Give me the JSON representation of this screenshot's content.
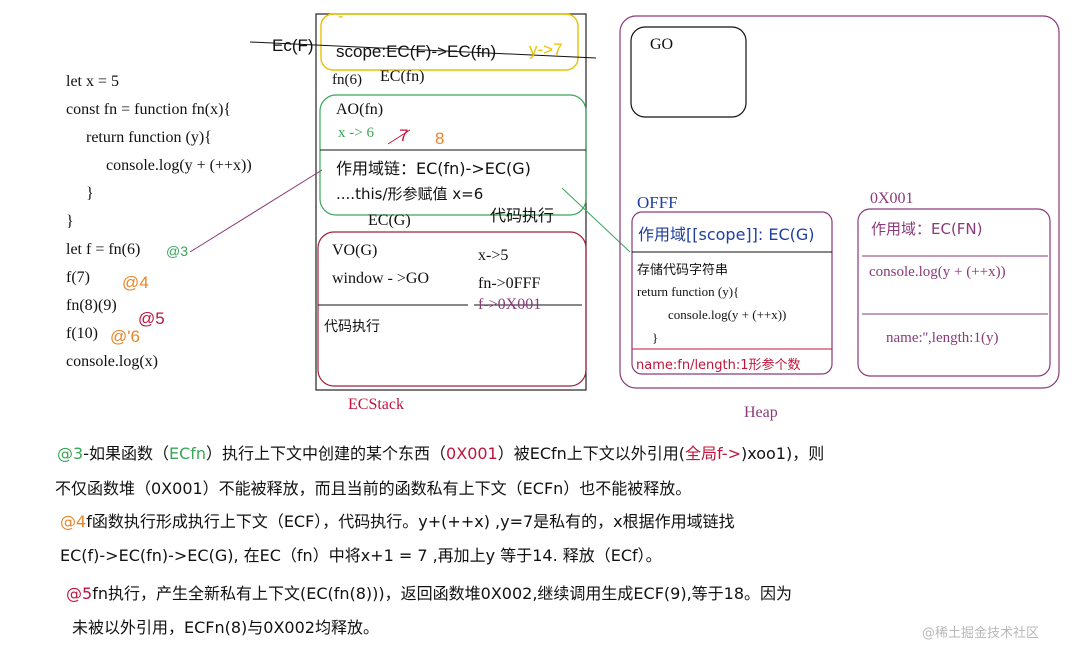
{
  "colors": {
    "green": "#3aa65a",
    "orange": "#e8862a",
    "yellow": "#e8c200",
    "purple": "#8a3a7a",
    "red": "#c0143c",
    "navy": "#1f3fa0"
  },
  "code": {
    "lines": [
      "let x = 5",
      "const fn = function fn(x){",
      "  return function (y){",
      "    console.log(y + (++x))",
      "  }",
      "}",
      "let f = fn(6)",
      "f(7)",
      "fn(8)(9)",
      "f(10)",
      "console.log(x)"
    ],
    "marks": {
      "m3": "@3",
      "m4": "@4",
      "m5": "@5",
      "m6": "@'6"
    }
  },
  "ecstack": {
    "label": "ECStack",
    "ec_f_label": "Ec(F)",
    "scope_text": "scope:EC(F)->EC(fn)",
    "scope_suffix": "y->7",
    "fn6": "fn(6)",
    "ec_fn_label": "EC(fn)",
    "ao_title": "AO(fn)",
    "ao_x": "x -> 6",
    "ao_7": "7",
    "ao_8": "8",
    "scope_chain": "作用域链：EC(fn)->EC(G)",
    "this_line": "....this/形参赋值 x=6",
    "exec_label": "代码执行",
    "ec_g_label": "EC(G)",
    "vo_title": "VO(G)",
    "window_line": "window - >GO",
    "g_x": "x->5",
    "g_fn": "fn->0FFF",
    "g_f": "f->0X001",
    "g_exec": "代码执行"
  },
  "heap": {
    "label": "Heap",
    "go": "GO",
    "offf": {
      "addr": "OFFF",
      "scope": "作用域[[scope]]: EC(G)",
      "store": "存储代码字符串",
      "code1": "return function (y){",
      "code2": "console.log(y + (++x))",
      "code3": "}",
      "props": "name:fn/length:1形参个数"
    },
    "x001": {
      "addr": "0X001",
      "scope": "作用域：EC(FN)",
      "code": "console.log(y + (++x))",
      "props": "name:'',length:1(y)"
    }
  },
  "notes": {
    "p1_mark": "@3",
    "p1_a": "-如果函数（",
    "p1_ecfn": "ECfn",
    "p1_b": "）执行上下文中创建的某个东西（",
    "p1_addr": "0X001",
    "p1_c": "）被ECfn上下文以外引用(",
    "p1_global": "全局f->",
    "p1_d": ")xoo1)，则",
    "p2": "不仅函数堆（0X001）不能被释放，而且当前的函数私有上下文（ECFn）也不能被释放。",
    "p3_mark": "@4",
    "p3": "f函数执行形成执行上下文（ECF），代码执行。y+(++x) ,y=7是私有的，x根据作用域链找",
    "p4": "EC(f)->EC(fn)->EC(G), 在EC（fn）中将x+1 = 7 ,再加上y 等于14. 释放（ECf）。",
    "p5_mark": "@5",
    "p5": "fn执行，产生全新私有上下文(EC(fn(8)))，返回函数堆0X002,继续调用生成ECF(9),等于18。因为",
    "p6": "未被以外引用，ECFn(8)与0X002均释放。"
  },
  "watermark": "@稀土掘金技术社区"
}
